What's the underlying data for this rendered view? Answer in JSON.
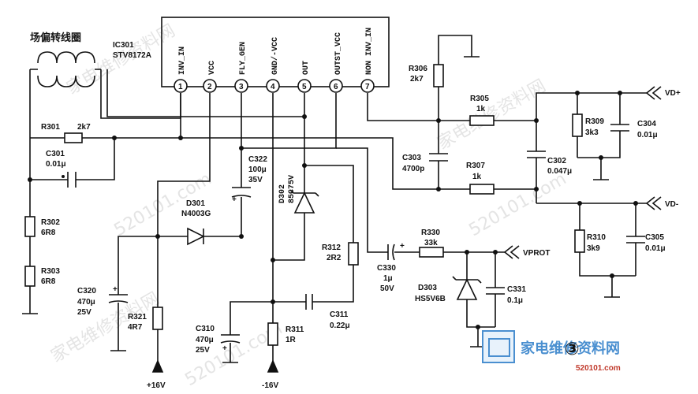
{
  "coil_label": "场偏转线圈",
  "ic": {
    "name": "IC301",
    "part": "STV8172A",
    "pins": [
      {
        "num": "1",
        "name": "INV_IN"
      },
      {
        "num": "2",
        "name": "VCC"
      },
      {
        "num": "3",
        "name": "FLY_GEN"
      },
      {
        "num": "4",
        "name": "GND/-VCC"
      },
      {
        "num": "5",
        "name": "OUT"
      },
      {
        "num": "6",
        "name": "OUTST_VCC"
      },
      {
        "num": "7",
        "name": "NON INV_IN"
      }
    ]
  },
  "components": {
    "r301": {
      "ref": "R301",
      "val": "2k7"
    },
    "c301": {
      "ref": "C301",
      "val": "0.01μ"
    },
    "r302": {
      "ref": "R302",
      "val": "6R8"
    },
    "r303": {
      "ref": "R303",
      "val": "6R8"
    },
    "c320": {
      "ref": "C320",
      "val1": "470μ",
      "val2": "25V"
    },
    "r321": {
      "ref": "R321",
      "val": "4R7"
    },
    "d301": {
      "ref": "D301",
      "val": "N4003G"
    },
    "c322": {
      "ref": "C322",
      "val1": "100μ",
      "val2": "35V"
    },
    "d302": {
      "ref": "D302",
      "val": "85C75V"
    },
    "c310": {
      "ref": "C310",
      "val1": "470μ",
      "val2": "25V"
    },
    "r311": {
      "ref": "R311",
      "val": "1R"
    },
    "c311": {
      "ref": "C311",
      "val": "0.22μ"
    },
    "r312": {
      "ref": "R312",
      "val": "2R2"
    },
    "r306": {
      "ref": "R306",
      "val": "2k7"
    },
    "r305": {
      "ref": "R305",
      "val": "1k"
    },
    "c303": {
      "ref": "C303",
      "val": "4700p"
    },
    "r307": {
      "ref": "R307",
      "val": "1k"
    },
    "c302": {
      "ref": "C302",
      "val": "0.047μ"
    },
    "r309": {
      "ref": "R309",
      "val": "3k3"
    },
    "c304": {
      "ref": "C304",
      "val": "0.01μ"
    },
    "r310": {
      "ref": "R310",
      "val": "3k9"
    },
    "c305": {
      "ref": "C305",
      "val": "0.01μ"
    },
    "c330": {
      "ref": "C330",
      "val1": "1μ",
      "val2": "50V"
    },
    "r330": {
      "ref": "R330",
      "val": "33k"
    },
    "d303": {
      "ref": "D303",
      "val": "HS5V6B"
    },
    "c331": {
      "ref": "C331",
      "val": "0.1μ"
    }
  },
  "rails": {
    "pos": "+16V",
    "neg": "-16V",
    "vdp": "VD+",
    "vdm": "VD-",
    "vprot": "VPROT"
  },
  "page_number": "③",
  "watermark": {
    "text1": "家电维修资料网",
    "text2": "520101.com"
  }
}
